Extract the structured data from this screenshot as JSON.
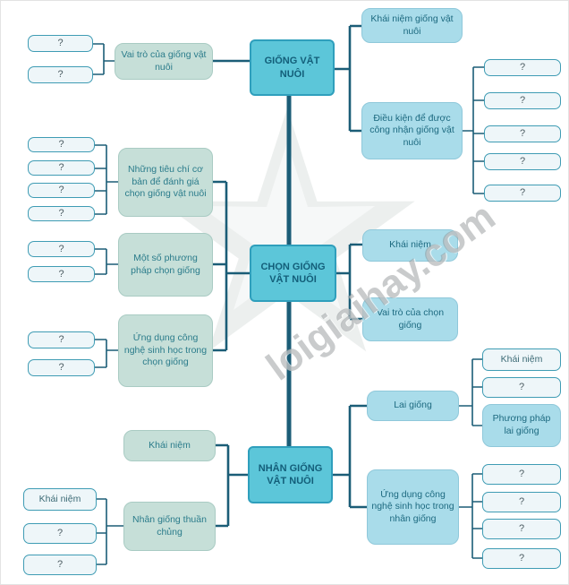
{
  "placeholder": "?",
  "watermark": "loigiaihay.com",
  "colors": {
    "center_fill": "#5cc6d9",
    "center_border": "#2f9fbc",
    "center_text": "#135e79",
    "cyan_fill": "#a9dcea",
    "green_fill": "#c6dfd8",
    "q_fill": "#eef6f9",
    "q_border": "#3f9cb4",
    "line": "#1b5d77"
  },
  "center_nodes": {
    "giong": "GIỐNG VẬT NUÔI",
    "chon_giong": "CHỌN GIỐNG VẬT NUÔI",
    "nhan_giong": "NHÂN GIỐNG VẬT NUÔI"
  },
  "giong_branches": {
    "vai_tro": "Vai trò của giống vật nuôi",
    "khai_niem": "Khái niệm giống vật nuôi",
    "dieu_kien": "Điều kiện để được công nhận giống vật nuôi"
  },
  "chon_giong_branches": {
    "tieu_chi": "Những tiêu chí cơ bản để đánh giá chọn giống vật nuôi",
    "phuong_phap": "Một số phương pháp chọn giống",
    "ung_dung_cnsh": "Ứng dụng công nghệ sinh học trong chọn giống",
    "khai_niem": "Khái niệm",
    "vai_tro": "Vai trò của chọn giống"
  },
  "nhan_giong_branches": {
    "khai_niem": "Khái niệm",
    "thuan_chung": "Nhân giống thuần chủng",
    "thuan_chung_khai_niem": "Khái niệm",
    "lai_giong": "Lai giống",
    "lai_giong_khai_niem": "Khái niệm",
    "phuong_phap_lai": "Phương pháp lai giống",
    "ung_dung_cnsh": "Ứng dụng công nghệ sinh học trong nhân giống"
  }
}
